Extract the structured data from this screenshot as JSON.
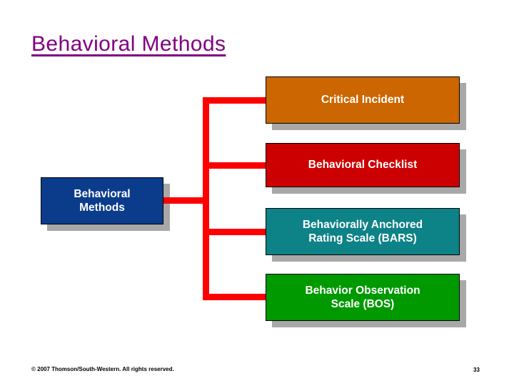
{
  "slide": {
    "title": "Behavioral Methods",
    "title_color": "#800080"
  },
  "diagram": {
    "root": {
      "label": "Behavioral\nMethods",
      "line1": "Behavioral",
      "line2": "Methods",
      "color": "#0B3C8C"
    },
    "connector_color": "#FF0000",
    "shadow_color": "#A8A8A8",
    "border_color": "#000000",
    "children": [
      {
        "id": "critical-incident",
        "line1": "Critical Incident",
        "line2": "",
        "color": "#CC6600"
      },
      {
        "id": "behavioral-checklist",
        "line1": "Behavioral Checklist",
        "line2": "",
        "color": "#CC0000"
      },
      {
        "id": "bars",
        "line1": "Behaviorally Anchored",
        "line2": "Rating Scale (BARS)",
        "color": "#0D8287"
      },
      {
        "id": "bos",
        "line1": "Behavior Observation",
        "line2": "Scale (BOS)",
        "color": "#009900"
      }
    ]
  },
  "footer": {
    "copyright": "© 2007 Thomson/South-Western. All rights reserved.",
    "page_number": "33"
  }
}
